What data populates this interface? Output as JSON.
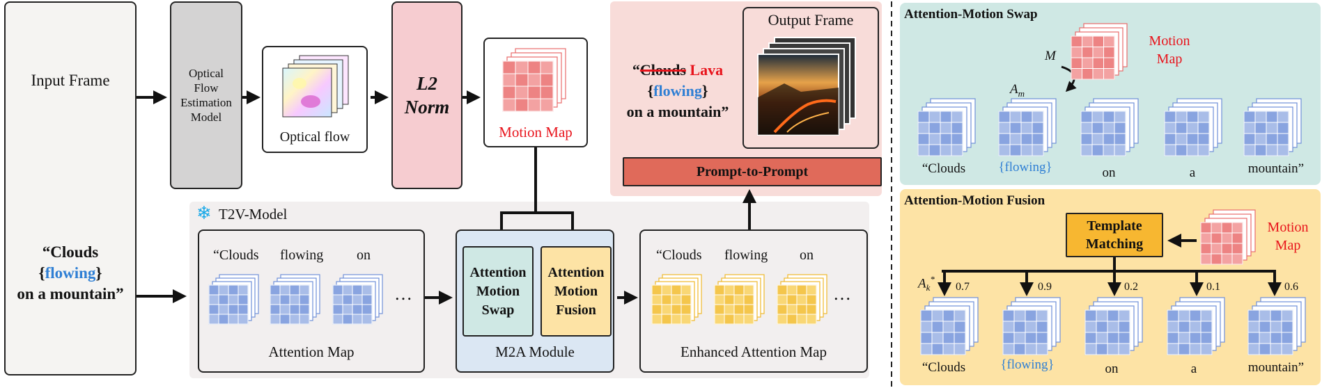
{
  "colors": {
    "red_label": "#e8141c",
    "blue_word": "#2f7fd4",
    "swap_bg": "#cfe8e4",
    "fusion_bg": "#fde3a5",
    "attention_tile": "#a9bde8",
    "enhanced_tile": "#f9d776",
    "motion_tile": "#f3a2a2",
    "p2p_button": "#e06a5a"
  },
  "input": {
    "title": "Input Frame",
    "prompt_word1": "“Clouds",
    "prompt_word2": "flowing",
    "prompt_word3": "on a mountain”"
  },
  "flow_model": {
    "label": "Optical Flow Estimation Model"
  },
  "optical_flow": {
    "label": "Optical flow"
  },
  "norm": {
    "line1": "L2",
    "line2": "Norm"
  },
  "motion_map": {
    "label": "Motion Map"
  },
  "output": {
    "title": "Output Frame",
    "struck": "Clouds",
    "open_quote": "“",
    "replacement": "Lava",
    "flowing": "flowing",
    "line3": "on a mountain”",
    "p2p_label": "Prompt-to-Prompt"
  },
  "t2v": {
    "icon": "snowflake-icon",
    "label": "T2V-Model",
    "att_words": [
      "“Clouds",
      "flowing",
      "on"
    ],
    "att_label": "Attention Map",
    "ellipsis": "…",
    "m2a_swap": "Attention Motion Swap",
    "m2a_fusion": "Attention Motion Fusion",
    "m2a_label": "M2A Module",
    "enh_words": [
      "“Clouds",
      "flowing",
      "on"
    ],
    "enh_label": "Enhanced Attention Map"
  },
  "swap_panel": {
    "title": "Attention-Motion Swap",
    "motion_map_line1": "Motion",
    "motion_map_line2": "Map",
    "m_symbol": "M",
    "am_symbol": "A",
    "am_sub": "m",
    "words": [
      "“Clouds",
      "flowing",
      "on",
      "a",
      "mountain”"
    ]
  },
  "fusion_panel": {
    "title": "Attention-Motion Fusion",
    "template_line1": "Template",
    "template_line2": "Matching",
    "motion_map_line1": "Motion",
    "motion_map_line2": "Map",
    "ak_symbol": "A",
    "ak_sub": "k",
    "ak_sup": "*",
    "scores": [
      "0.7",
      "0.9",
      "0.2",
      "0.1",
      "0.6"
    ],
    "words": [
      "“Clouds",
      "flowing",
      "on",
      "a",
      "mountain”"
    ]
  }
}
